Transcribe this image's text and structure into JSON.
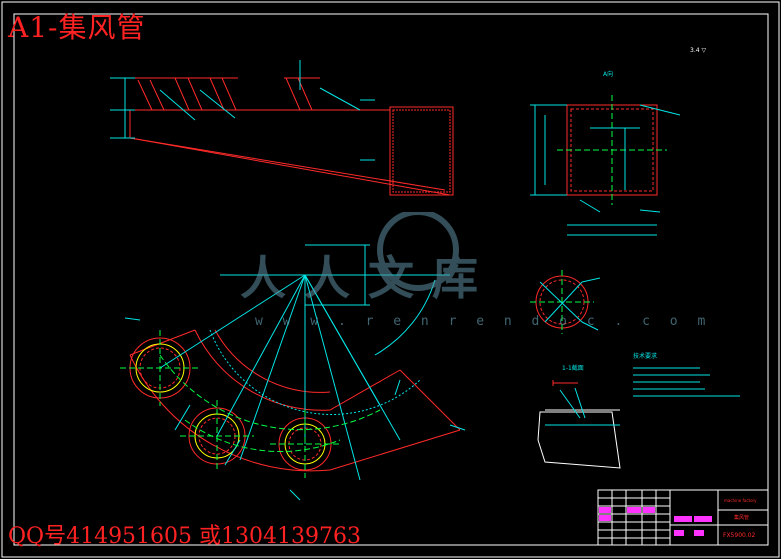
{
  "drawing": {
    "title": "A1-集风管",
    "contact": "QQ号414951605 或1304139763",
    "watermark_text": "人人文库",
    "watermark_url": "w w w . r e n r e n d o c . c o m",
    "roughness_mark": "3.4 ▽",
    "title_block": {
      "company": "machine factory",
      "part_name": "集风管",
      "drawing_number": "FX5900.02"
    }
  },
  "views": {
    "section_label_top": "A向",
    "section_label_small": "1-1截面",
    "notes_title": "技术要求",
    "notes_lines": 5
  },
  "colors": {
    "background": "#000000",
    "red": "#ff2a2a",
    "cyan": "#00e5e5",
    "white": "#ffffff",
    "yellow": "#ffff00",
    "green": "#00ff44",
    "blue": "#3b4bff",
    "magenta": "#ff33ff"
  }
}
